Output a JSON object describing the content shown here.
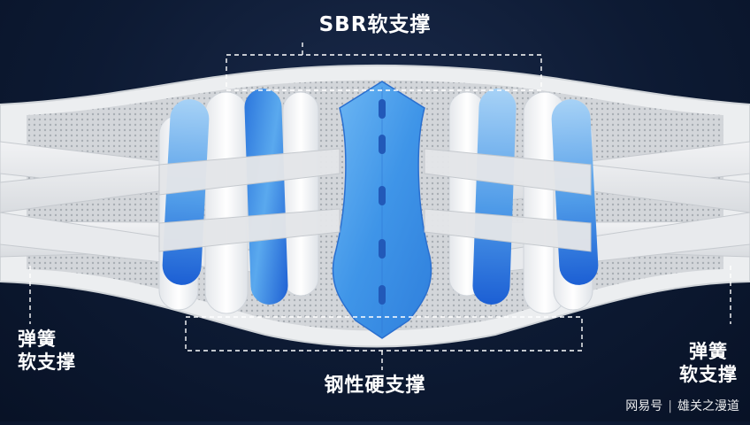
{
  "labels": {
    "top": "SBR软支撑",
    "bottom": "钢性硬支撑",
    "left": [
      "弹簧",
      "软支撑"
    ],
    "right": [
      "弹簧",
      "软支撑"
    ]
  },
  "watermark": {
    "source": "网易号",
    "author": "雄关之漫道"
  },
  "colors": {
    "background": "#0d1a33",
    "belt": "#e6e8ea",
    "mesh": "#c9ccd0",
    "stay_blue_light": "#8fc3f0",
    "stay_blue_dark": "#1f63d6",
    "plate_blue": "#4aa2ee",
    "white_pad": "#f7f8fa"
  }
}
